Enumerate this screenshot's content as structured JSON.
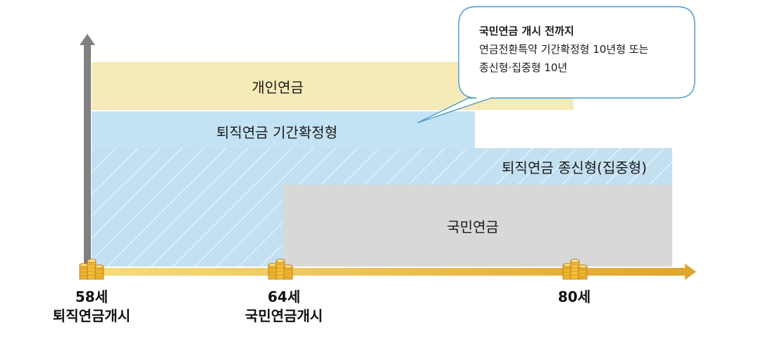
{
  "bubble": {
    "title": "국민연금 개시 전까지",
    "line1": "연금전환특약 기간확정형 10년형 또는",
    "line2": "종신형·집중형 10년"
  },
  "bars": {
    "personal": "개인연금",
    "retire_fixed": "퇴직연금 기간확정형",
    "retire_life": "퇴직연금 종신형(집중형)",
    "national": "국민연금"
  },
  "axis": {
    "age_58": "58세",
    "age_58_sub": "퇴직연금개시",
    "age_64": "64세",
    "age_64_sub": "국민연금개시",
    "age_80": "80세"
  },
  "colors": {
    "personal": "#f5eab8",
    "retire_fixed": "#c3e3f4",
    "retire_life": "#b9daee",
    "national": "#d8d8d8",
    "axis_start": "#f6dd7c",
    "axis_end": "#dfa52c",
    "vertical_axis": "#808080"
  },
  "icons": [
    "coin-stack-icon",
    "coin-stack-icon",
    "coin-stack-icon"
  ]
}
